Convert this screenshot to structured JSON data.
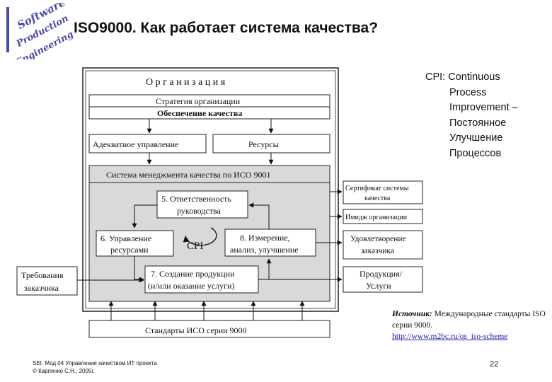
{
  "slide": {
    "title": "ISO9000. Как работает система качества?",
    "logo_lines": [
      "Software",
      "Production",
      "Engineering"
    ]
  },
  "cpi_note": {
    "line1": "CPI:  Continuous",
    "line2": "Process",
    "line3": "Improvement –",
    "line4": "Постоянное",
    "line5": "Улучшение",
    "line6": "Процессов"
  },
  "diagram": {
    "organization": "О р г а н и з а ц и я",
    "strategy": "Стратегия организации",
    "quality_assurance": "Обеспечение качества",
    "adequate_management": "Адекватное управление",
    "resources": "Ресурсы",
    "qms": "Система менеджмента качества по ИСО 9001",
    "box5_line1": "5. Ответственность",
    "box5_line2": "руководства",
    "box6_line1": "6. Управление",
    "box6_line2": "ресурсами",
    "box8_line1": "8. Измерение,",
    "box8_line2": "анализ, улучшение",
    "box7_line1": "7. Создание продукции",
    "box7_line2": "(и/или оказание услуги)",
    "cpi": "CPI",
    "customer_req_line1": "Требования",
    "customer_req_line2": "заказчика",
    "certificate_line1": "Сертификат системы",
    "certificate_line2": "качества",
    "image": "Имидж организации",
    "satisfaction_line1": "Удовлетворение",
    "satisfaction_line2": "заказчика",
    "product_line1": "Продукция/",
    "product_line2": "Услуги",
    "standards": "Стандарты ИСО серии 9000"
  },
  "source": {
    "label": "Источник:",
    "text": " Международные стандарты ISO серии 9000.",
    "url": "http://www.m2bc.ru/qs_iso-scheme"
  },
  "footer": {
    "line1": "SEI. Мод.04 Управление качеством ИТ проекта",
    "line2": "© Карпенко С.Н., 2005г."
  },
  "page_number": "22",
  "colors": {
    "accent": "#4a4aa8",
    "box_border": "#222222",
    "qms_fill": "#d9d9d9",
    "link": "#1a1aa8"
  }
}
